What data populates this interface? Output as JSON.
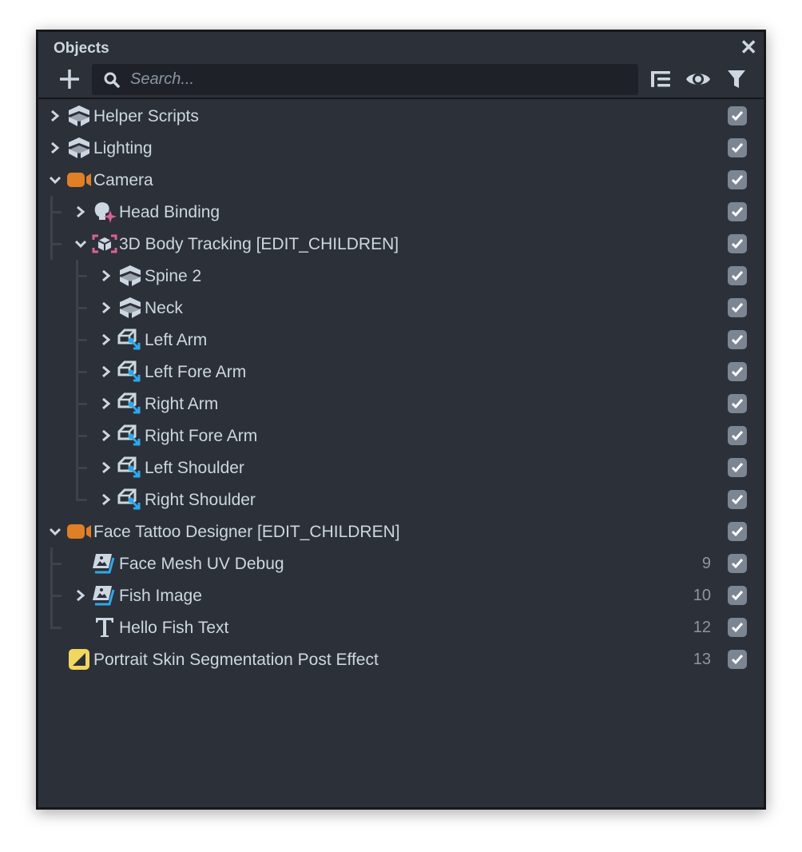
{
  "panel": {
    "title": "Objects",
    "search_placeholder": "Search..."
  },
  "rows": [
    {
      "label": "Helper Scripts",
      "level": 0,
      "chevron": "right",
      "icon": "group",
      "number": "",
      "checked": true
    },
    {
      "label": "Lighting",
      "level": 0,
      "chevron": "right",
      "icon": "group",
      "number": "",
      "checked": true
    },
    {
      "label": "Camera",
      "level": 0,
      "chevron": "down",
      "icon": "camera",
      "number": "",
      "checked": true
    },
    {
      "label": "Head Binding",
      "level": 1,
      "chevron": "right",
      "icon": "head-binding",
      "number": "",
      "checked": true
    },
    {
      "label": "3D Body Tracking [EDIT_CHILDREN]",
      "level": 1,
      "chevron": "down",
      "icon": "body-tracking",
      "number": "",
      "checked": true
    },
    {
      "label": "Spine 2",
      "level": 2,
      "chevron": "right",
      "icon": "group",
      "number": "",
      "checked": true
    },
    {
      "label": "Neck",
      "level": 2,
      "chevron": "right",
      "icon": "group",
      "number": "",
      "checked": true
    },
    {
      "label": "Left Arm",
      "level": 2,
      "chevron": "right",
      "icon": "joint",
      "number": "",
      "checked": true
    },
    {
      "label": "Left Fore Arm",
      "level": 2,
      "chevron": "right",
      "icon": "joint",
      "number": "",
      "checked": true
    },
    {
      "label": "Right Arm",
      "level": 2,
      "chevron": "right",
      "icon": "joint",
      "number": "",
      "checked": true
    },
    {
      "label": "Right Fore Arm",
      "level": 2,
      "chevron": "right",
      "icon": "joint",
      "number": "",
      "checked": true
    },
    {
      "label": "Left Shoulder",
      "level": 2,
      "chevron": "right",
      "icon": "joint",
      "number": "",
      "checked": true
    },
    {
      "label": "Right Shoulder",
      "level": 2,
      "chevron": "right",
      "icon": "joint",
      "number": "",
      "checked": true
    },
    {
      "label": "Face Tattoo Designer [EDIT_CHILDREN]",
      "level": 0,
      "chevron": "down",
      "icon": "camera",
      "number": "",
      "checked": true
    },
    {
      "label": "Face Mesh UV Debug",
      "level": 1,
      "chevron": "",
      "icon": "image",
      "number": "9",
      "checked": true
    },
    {
      "label": "Fish Image",
      "level": 1,
      "chevron": "right",
      "icon": "image",
      "number": "10",
      "checked": true
    },
    {
      "label": "Hello Fish Text",
      "level": 1,
      "chevron": "",
      "icon": "text",
      "number": "12",
      "checked": true
    },
    {
      "label": "Portrait Skin Segmentation Post Effect",
      "level": 0,
      "chevron": "",
      "icon": "post-effect",
      "number": "13",
      "checked": true
    }
  ],
  "colors": {
    "camera": "#e07f26",
    "pink": "#d9609a",
    "blue": "#2ea8f0",
    "yellow": "#f0d760",
    "icon": "#cdd7e1"
  }
}
